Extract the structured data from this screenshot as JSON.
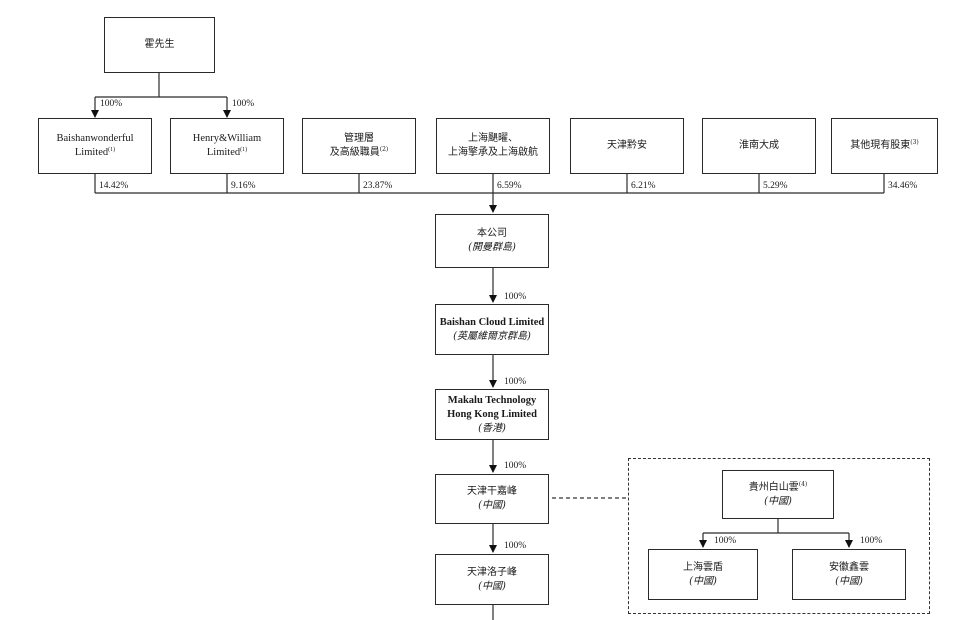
{
  "top": {
    "name": "霍先生"
  },
  "shareholders": [
    {
      "line1": "Baishanwonderful",
      "line2": "Limited",
      "note": "(1)",
      "pct_top": "100%",
      "pct": "14.42%"
    },
    {
      "line1": "Henry&William",
      "line2": "Limited",
      "note": "(1)",
      "pct_top": "100%",
      "pct": "9.16%"
    },
    {
      "line1": "管理層",
      "line2": "及高級職員",
      "note": "(2)",
      "pct": "23.87%"
    },
    {
      "line1": "上海颶曜、",
      "line2": "上海擎承及上海啟航",
      "pct": "6.59%"
    },
    {
      "line1": "天津黔安",
      "pct": "6.21%"
    },
    {
      "line1": "淮南大成",
      "pct": "5.29%"
    },
    {
      "line1": "其他現有股東",
      "note": "(3)",
      "pct": "34.46%"
    }
  ],
  "company": {
    "name": "本公司",
    "jur": "(開曼群島)"
  },
  "chain": [
    {
      "name1": "Baishan Cloud Limited",
      "jur": "(英屬維爾京群島)",
      "pct": "100%"
    },
    {
      "name1": "Makalu Technology",
      "name2": "Hong Kong Limited",
      "jur": "(香港)",
      "pct": "100%"
    },
    {
      "name1": "天津干嘉峰",
      "jur": "(中國)",
      "pct": "100%"
    },
    {
      "name1": "天津洛子峰",
      "jur": "(中國)",
      "pct": "100%"
    }
  ],
  "vie": {
    "parent": {
      "name": "貴州白山雲",
      "note": "(4)",
      "jur": "(中國)"
    },
    "children": [
      {
        "name": "上海雲盾",
        "jur": "(中國)",
        "pct": "100%"
      },
      {
        "name": "安徽鑫雲",
        "jur": "(中國)",
        "pct": "100%"
      }
    ]
  },
  "colors": {
    "line": "#2a2a2a",
    "text": "#1a1a1a"
  }
}
